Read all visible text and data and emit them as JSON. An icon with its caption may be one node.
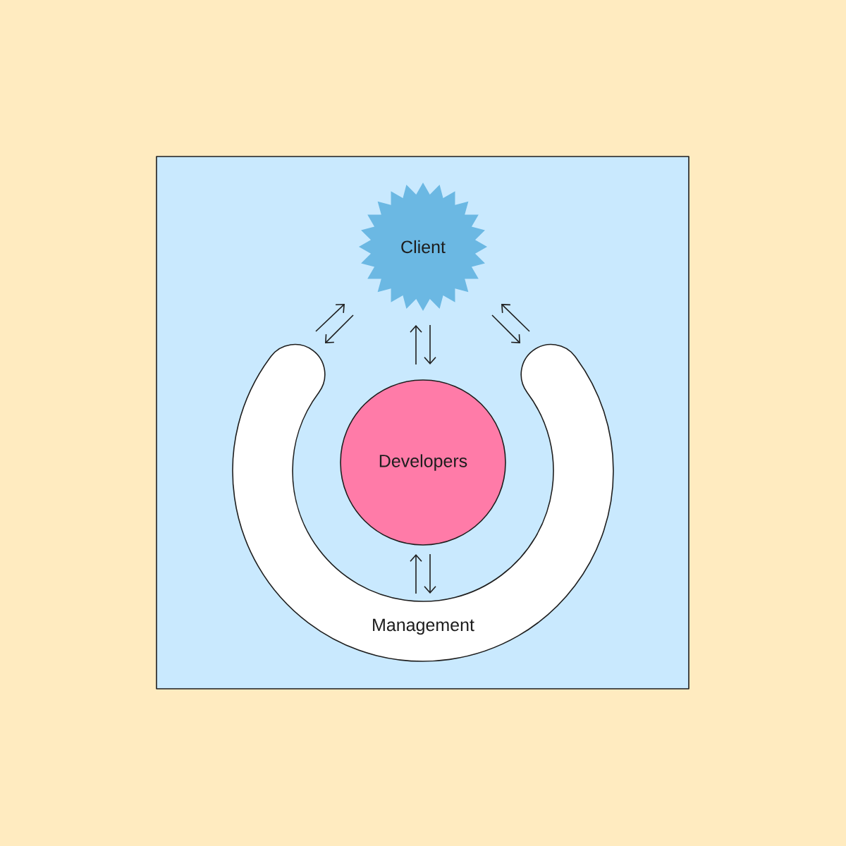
{
  "diagram": {
    "nodes": [
      {
        "text": [
          "Client"
        ]
      },
      {
        "text": [
          "Developers"
        ]
      },
      {
        "text": [
          "Management"
        ]
      }
    ],
    "edges": [
      {
        "from": 2,
        "to": 0,
        "arrow": "to"
      },
      {
        "from": 0,
        "to": 2,
        "arrow": "to"
      },
      {
        "from": 1,
        "to": 0,
        "arrow": "to"
      },
      {
        "from": 0,
        "to": 1,
        "arrow": "to"
      },
      {
        "from": 2,
        "to": 0,
        "arrow": "to"
      },
      {
        "from": 0,
        "to": 2,
        "arrow": "to"
      },
      {
        "from": 2,
        "to": 1,
        "arrow": "to"
      },
      {
        "from": 1,
        "to": 2,
        "arrow": "to"
      }
    ]
  }
}
